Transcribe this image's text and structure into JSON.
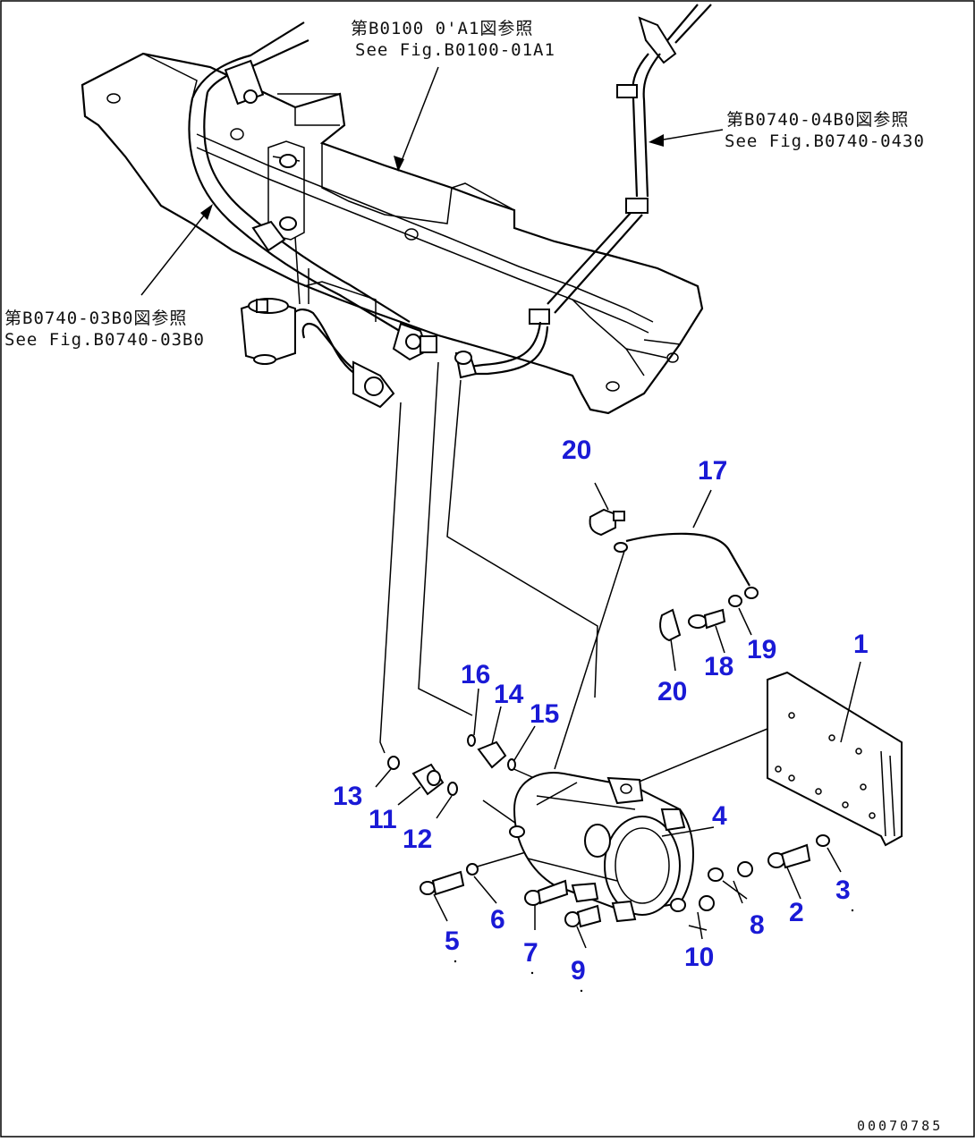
{
  "references": [
    {
      "jp": "第B0100 0'A1図参照",
      "en": "See Fig.B0100-01A1"
    },
    {
      "jp": "第B0740-04B0図参照",
      "en": "See Fig.B0740-0430"
    },
    {
      "jp": "第B0740-03B0図参照",
      "en": "See Fig.B0740-03B0"
    }
  ],
  "callouts": [
    "1",
    "2",
    "3",
    "4",
    "5",
    "6",
    "7",
    "8",
    "9",
    "10",
    "11",
    "12",
    "13",
    "14",
    "15",
    "16",
    "17",
    "18",
    "19",
    "20",
    "20"
  ],
  "drawing_code": "00070785",
  "colors": {
    "callout": "#1a1ad6",
    "line": "#000000",
    "background": "#ffffff"
  }
}
